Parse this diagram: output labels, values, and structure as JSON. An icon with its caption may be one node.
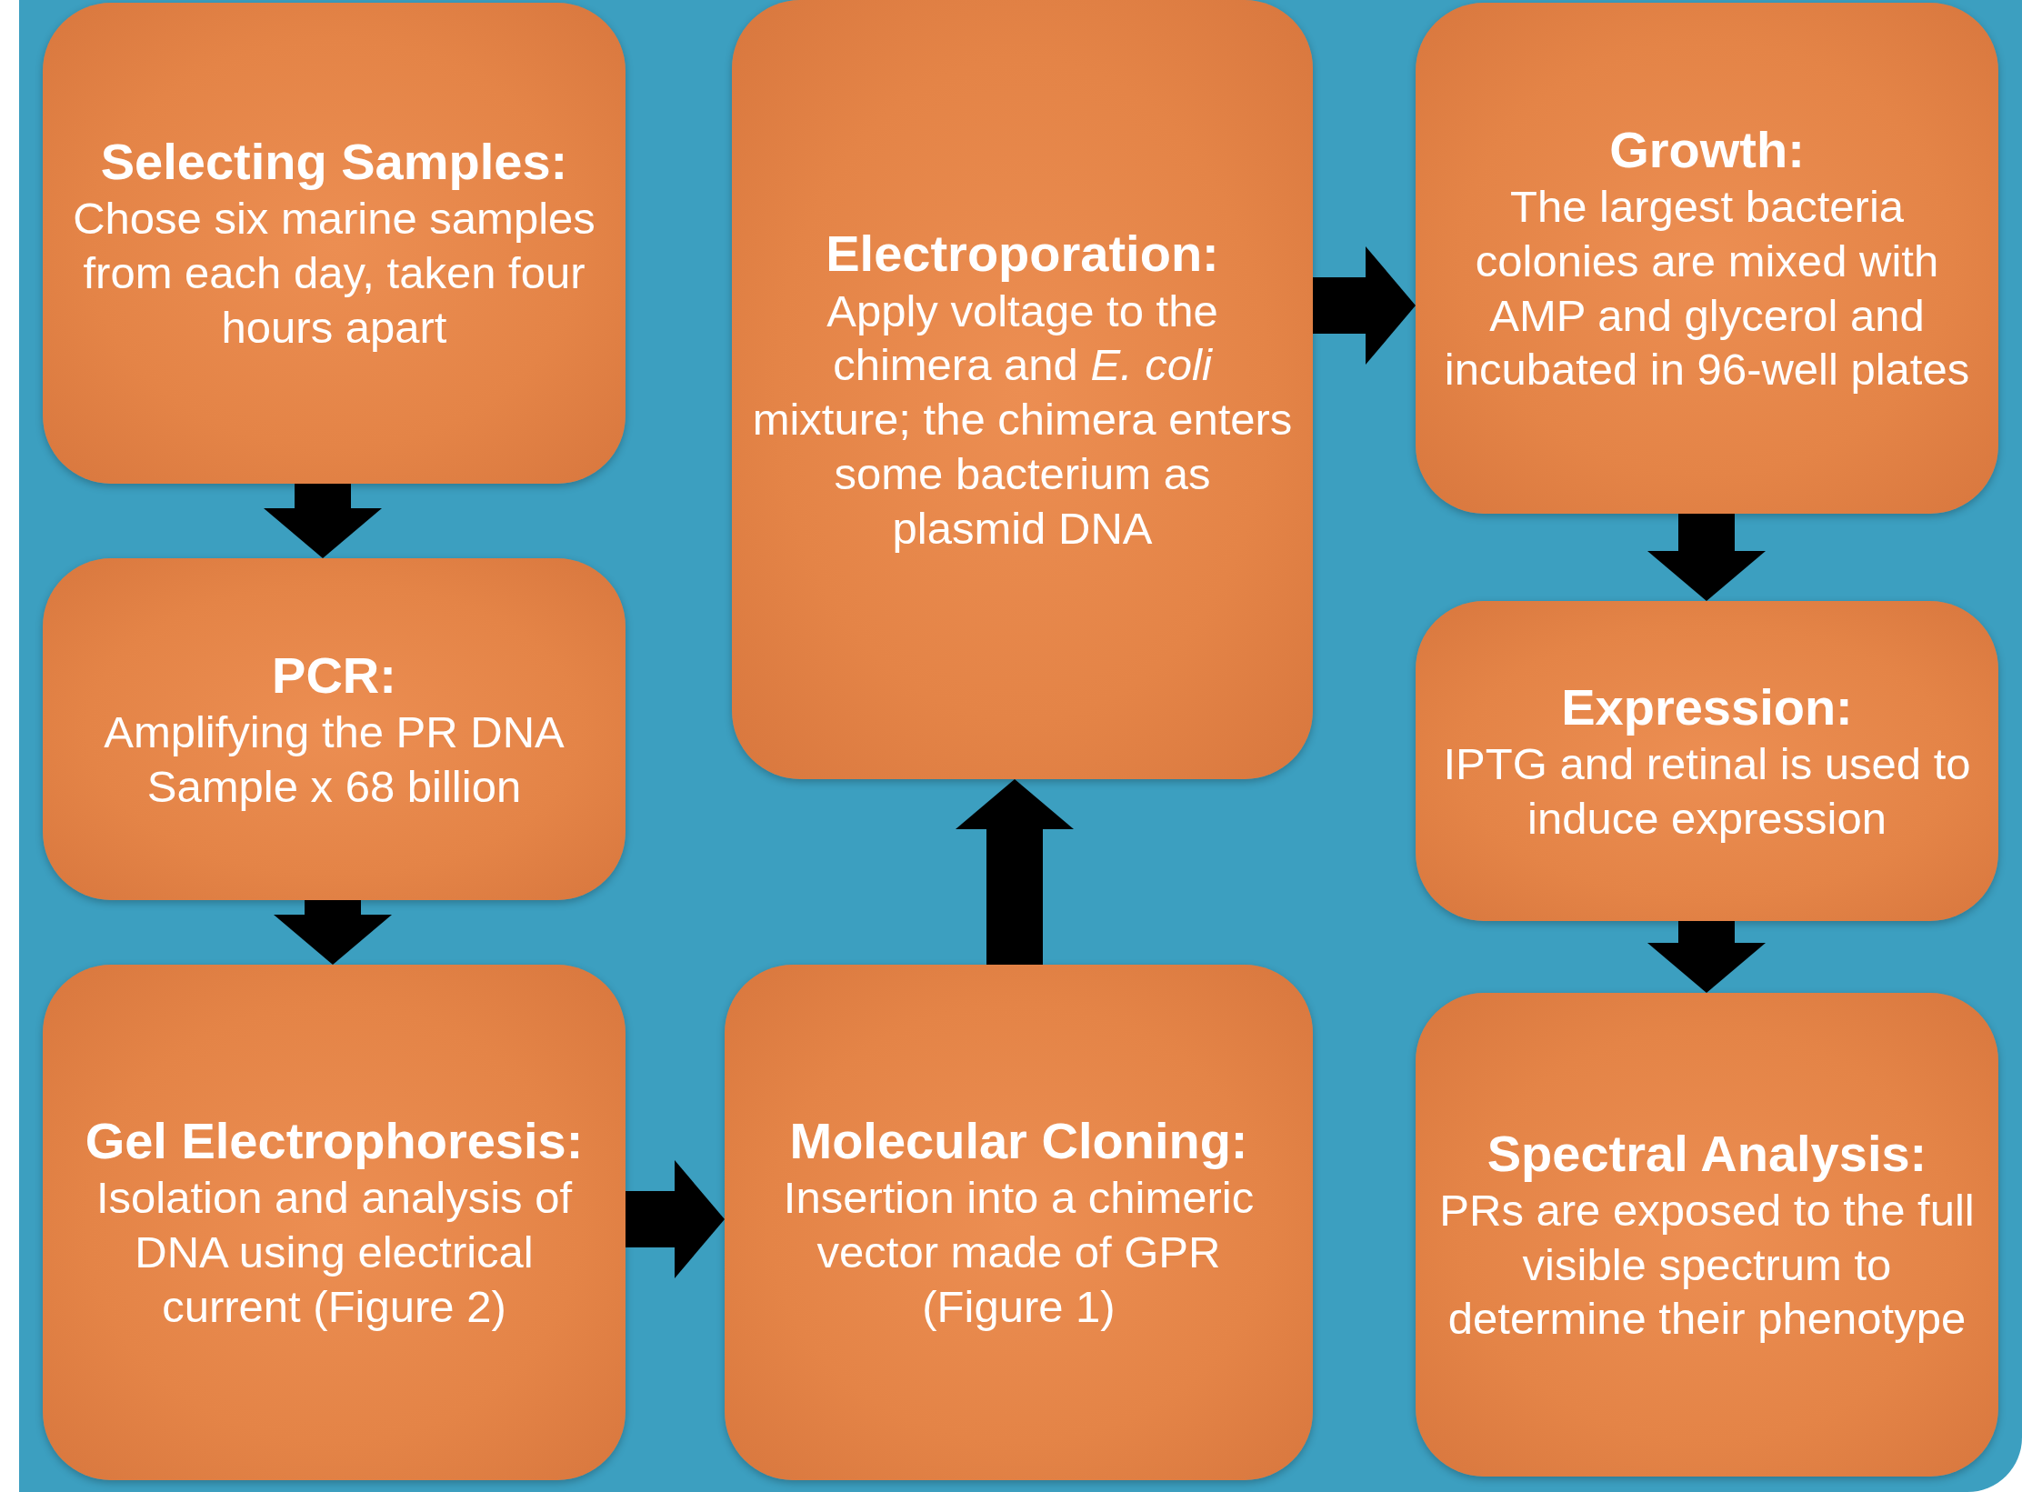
{
  "diagram": {
    "nodes": [
      {
        "text": [
          "Selecting Samples:",
          "Chose six marine samples from each day, taken four hours apart"
        ]
      },
      {
        "text": [
          "PCR:",
          "Amplifying the PR DNA Sample x 68 billion"
        ]
      },
      {
        "text": [
          "Gel Electrophoresis:",
          "Isolation and analysis of DNA using electrical current (Figure 2)"
        ]
      },
      {
        "text": [
          "Molecular Cloning:",
          "Insertion into a chimeric vector made of GPR (Figure 1)"
        ]
      },
      {
        "text": [
          "Electroporation:",
          "Apply voltage to the chimera and *E. coli* mixture; the chimera enters some bacterium as plasmid DNA"
        ]
      },
      {
        "text": [
          "Growth:",
          "The largest bacteria colonies are mixed with AMP and glycerol and incubated in 96-well plates"
        ]
      },
      {
        "text": [
          "Expression:",
          "IPTG and retinal is used to induce expression"
        ]
      },
      {
        "text": [
          "Spectral Analysis:",
          "PRs are exposed to the full visible spectrum to determine their phenotype"
        ]
      }
    ],
    "edges": [
      {
        "from": 0,
        "to": 1,
        "arrow": "to"
      },
      {
        "from": 1,
        "to": 2,
        "arrow": "to"
      },
      {
        "from": 2,
        "to": 3,
        "arrow": "to"
      },
      {
        "from": 3,
        "to": 4,
        "arrow": "to"
      },
      {
        "from": 4,
        "to": 5,
        "arrow": "to"
      },
      {
        "from": 5,
        "to": 6,
        "arrow": "to"
      },
      {
        "from": 6,
        "to": 7,
        "arrow": "to"
      }
    ]
  }
}
